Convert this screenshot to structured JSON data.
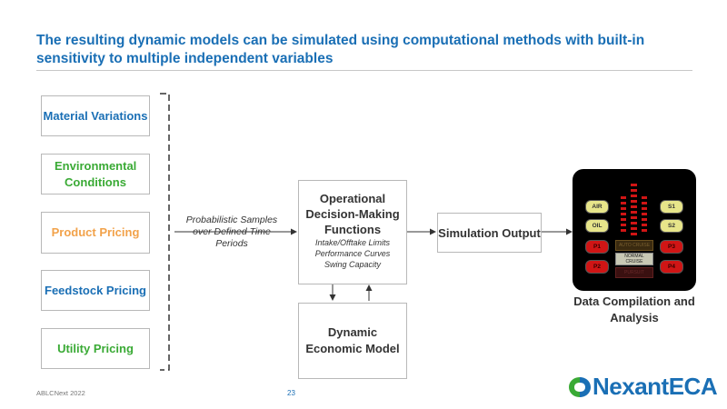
{
  "title": "The resulting dynamic models can be simulated using computational methods with built-in sensitivity to multiple independent variables",
  "inputs": [
    {
      "label": "Material Variations",
      "color": "#1a6fb5"
    },
    {
      "label": "Environmental Conditions",
      "color": "#3aaa35"
    },
    {
      "label": "Product Pricing",
      "color": "#f2a24a"
    },
    {
      "label": "Feedstock Pricing",
      "color": "#1a6fb5"
    },
    {
      "label": "Utility Pricing",
      "color": "#3aaa35"
    }
  ],
  "probabilistic_text": "Probabilistic Samples over Defined Time Periods",
  "operational": {
    "heading": "Operational Decision-Making Functions",
    "sub_lines": [
      "Intake/Offtake Limits",
      "Performance Curves",
      "Swing Capacity"
    ]
  },
  "simulation_output": "Simulation Output",
  "dynamic_model": "Dynamic Economic Model",
  "panel": {
    "left_buttons": [
      "AIR",
      "OIL",
      "P1",
      "P2"
    ],
    "right_buttons": [
      "S1",
      "S2",
      "P3",
      "P4"
    ],
    "center_labels": [
      "AUTO CRUISE",
      "NORMAL CRUISE",
      "PURSUIT"
    ]
  },
  "data_compilation": "Data Compilation and Analysis",
  "footer": {
    "event": "ABLCNext 2022",
    "page": "23"
  },
  "logo": {
    "text": "NexantECA"
  },
  "colors": {
    "title_blue": "#1a6fb5",
    "green": "#3aaa35",
    "orange": "#f2a24a",
    "panel_red": "#d01515",
    "panel_yellow": "#e7e58a"
  }
}
